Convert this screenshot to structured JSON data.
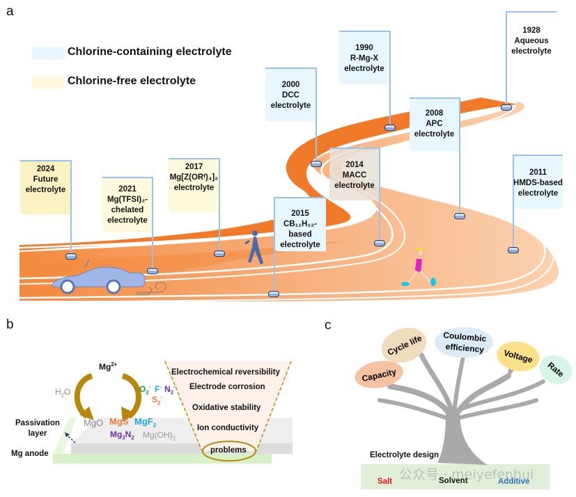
{
  "panel_a": {
    "label": "a",
    "legend": [
      {
        "label": "Chlorine-containing electrolyte",
        "color": "#e8f6fd"
      },
      {
        "label": "Chlorine-free electrolyte",
        "color": "#fdf9dc"
      }
    ],
    "milestones": [
      {
        "year": "2024",
        "lines": [
          "Future",
          "electrolyte"
        ],
        "category": "future"
      },
      {
        "year": "2021",
        "lines": [
          "Mg(TFSI)₂-",
          "chelated",
          "electrolyte"
        ],
        "category": "chlorine-free"
      },
      {
        "year": "2017",
        "lines": [
          "Mg[Z(ORᶠ)₄]₂",
          "electrolyte"
        ],
        "category": "chlorine-free"
      },
      {
        "year": "2015",
        "lines": [
          "CB₁₁H₁₂-",
          "based",
          "electrolyte"
        ],
        "category": "chlorine-containing"
      },
      {
        "year": "2014",
        "lines": [
          "MACC",
          "electrolyte"
        ],
        "category": "chlorine-containing"
      },
      {
        "year": "2011",
        "lines": [
          "HMDS-based",
          "electrolyte"
        ],
        "category": "chlorine-containing"
      },
      {
        "year": "2008",
        "lines": [
          "APC",
          "electrolyte"
        ],
        "category": "chlorine-containing"
      },
      {
        "year": "2000",
        "lines": [
          "DCC",
          "electrolyte"
        ],
        "category": "chlorine-containing"
      },
      {
        "year": "1990",
        "lines": [
          "R-Mg-X",
          "electrolyte"
        ],
        "category": "chlorine-containing"
      },
      {
        "year": "1928",
        "lines": [
          "Aqueous",
          "electrolyte"
        ],
        "category": "chlorine-containing"
      }
    ],
    "figures": [
      "car-icon",
      "runner-woman-icon",
      "runner-man-icon",
      "wind-swirl-icon"
    ],
    "colors": {
      "road_dark": "#f07a2a",
      "road_light": "#fbc79a",
      "pole": "#9cc0e8",
      "puck": "#1e3a66"
    }
  },
  "panel_b": {
    "label": "b",
    "mg_ion": {
      "base": "Mg",
      "sup": "2+"
    },
    "water": {
      "base": "H",
      "sub": "2",
      "rest": "O"
    },
    "anions": [
      {
        "base": "O",
        "sub": "2",
        "sup": "-",
        "color": "#1aa04a"
      },
      {
        "base": "F",
        "sup": "-",
        "color": "#1fa6e0"
      },
      {
        "base": "N",
        "sub": "3",
        "sup": "-",
        "color": "#6b2fa0"
      },
      {
        "base": "S",
        "sub": "2",
        "sup": "-",
        "color": "#f07a38"
      }
    ],
    "products": [
      {
        "text": "MgO",
        "color": "#888888"
      },
      {
        "text": "MgS",
        "color": "#f07a38"
      },
      {
        "base": "MgF",
        "sub": "2",
        "color": "#1fa6e0"
      },
      {
        "base": "Mg",
        "sub": "3",
        "mid": "N",
        "sub2": "2",
        "color": "#6b2fa0"
      },
      {
        "base": "Mg(OH)",
        "sub": "2",
        "color": "#999999"
      }
    ],
    "passivation_label": [
      "Passivation",
      "layer"
    ],
    "anode_label": "Mg anode",
    "problems_list": [
      "Electrochemical reversibility",
      "Electrode corrosion",
      "Oxidative stability",
      "Ion conductivity"
    ],
    "problems_label": "problems",
    "colors": {
      "arrow": "#b8860b",
      "funnel_fill": "#fdf1ea",
      "anode": "#d8f0c8",
      "passivation": "#e6e6e6"
    }
  },
  "panel_c": {
    "label": "c",
    "leaves": [
      {
        "label": "Capacity",
        "color": "#f5c2a2"
      },
      {
        "label": "Cycle life",
        "color": "#efdcbc"
      },
      {
        "label": [
          "Coulombic",
          "efficiency"
        ],
        "color": "#dcebf8"
      },
      {
        "label": "Voltage",
        "color": "#fbe08a"
      },
      {
        "label": "Rate",
        "color": "#d6f5e6"
      }
    ],
    "root_title": "Electrolyte design",
    "roots": [
      {
        "label": "Salt",
        "color": "#e8141c"
      },
      {
        "label": "Solvent",
        "color": "#111111"
      },
      {
        "label": "Additive",
        "color": "#2f6fbf"
      }
    ],
    "watermark": "公众号 · meiyefenhui",
    "colors": {
      "tree": "#a9a9a9",
      "ground": "#e2efd8"
    }
  }
}
